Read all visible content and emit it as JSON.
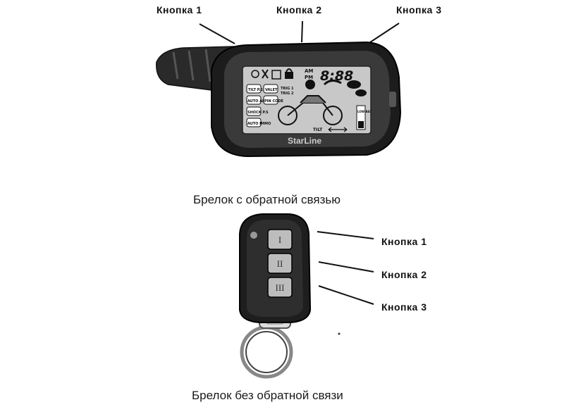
{
  "fob_two_way": {
    "caption": "Брелок с обратной связью",
    "brand": "StarLine",
    "button_labels": [
      "Кнопка 1",
      "Кнопка 2",
      "Кнопка 3"
    ],
    "lcd": {
      "clock": "8:88",
      "am": "AM",
      "pm": "PM",
      "tags": [
        "TILT P.S",
        "VALET",
        "AUTO ARM",
        "PIN CODE",
        "SHOCK P.S",
        "AUTO IMMO"
      ],
      "trig1": "TRIG 1",
      "trig2": "TRIG 2",
      "tilt": "TILT",
      "low_bat": "LOW BAT"
    }
  },
  "fob_one_way": {
    "caption": "Брелок без обратной связи",
    "button_labels": [
      "Кнопка 1",
      "Кнопка 2",
      "Кнопка 3"
    ],
    "button_marks": [
      "I",
      "II",
      "III"
    ]
  }
}
